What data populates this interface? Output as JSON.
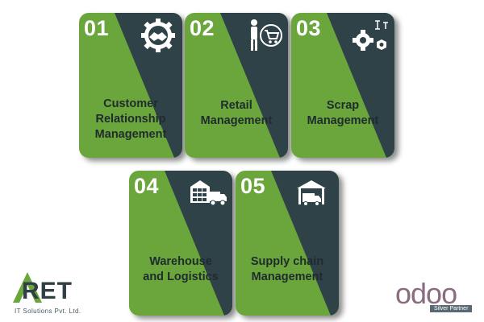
{
  "colors": {
    "green": "#6aa63c",
    "dark": "#2f4248",
    "text": "#1f2b2e"
  },
  "cards": [
    {
      "number": "01",
      "label": "Customer\nRelationship\nManagement",
      "icon": "handshake-gear-icon"
    },
    {
      "number": "02",
      "label": "Retail\nManagement",
      "icon": "shopper-cart-icon"
    },
    {
      "number": "03",
      "label": "Scrap\nManagement",
      "icon": "gears-tools-icon"
    },
    {
      "number": "04",
      "label": "Warehouse\nand Logistics",
      "icon": "warehouse-truck-icon"
    },
    {
      "number": "05",
      "label": "Supply chain\nManagement",
      "icon": "storage-truck-icon"
    }
  ],
  "footer": {
    "caret_text": "RET",
    "caret_tagline": "IT Solutions Pvt. Ltd.",
    "odoo_text": "odoo",
    "odoo_badge": "Silver Partner"
  }
}
